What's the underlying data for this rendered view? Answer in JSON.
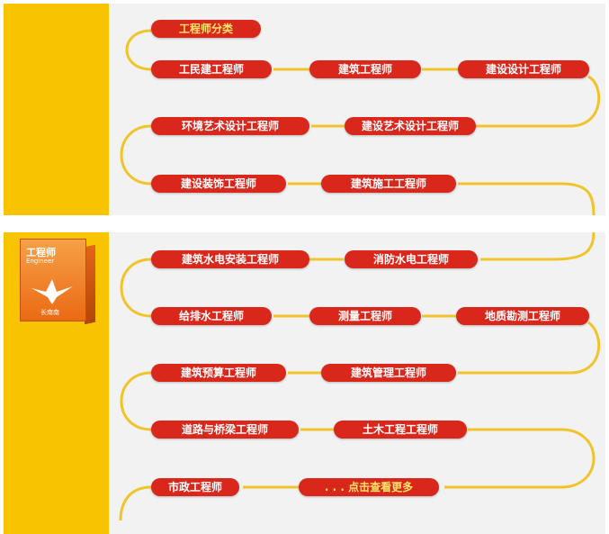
{
  "colors": {
    "yellow": "#f8c300",
    "pill_red": "#d9271c",
    "pill_text": "#ffffff",
    "title_text": "#ffe66a",
    "path_line": "#f0c42a",
    "background": "#f2f2f2"
  },
  "logo": {
    "title": "工程师",
    "subtitle": "Engineer",
    "brand": "长南南",
    "icon": "bird-logo-icon"
  },
  "section1": {
    "title": "工程师分类",
    "row1": [
      "工民建工程师",
      "建筑工程师",
      "建设设计工程师"
    ],
    "row2": [
      "环境艺术设计工程师",
      "建设艺术设计工程师"
    ],
    "row3": [
      "建设装饰工程师",
      "建筑施工工程师"
    ]
  },
  "section2": {
    "row1": [
      "建筑水电安装工程师",
      "消防水电工程师"
    ],
    "row2": [
      "给排水工程师",
      "测量工程师",
      "地质勘测工程师"
    ],
    "row3": [
      "建筑预算工程师",
      "建筑管理工程师"
    ],
    "row4": [
      "道路与桥梁工程师",
      "土木工程工程师"
    ],
    "row5": [
      "市政工程师"
    ],
    "more": ". . . 点击查看更多"
  }
}
